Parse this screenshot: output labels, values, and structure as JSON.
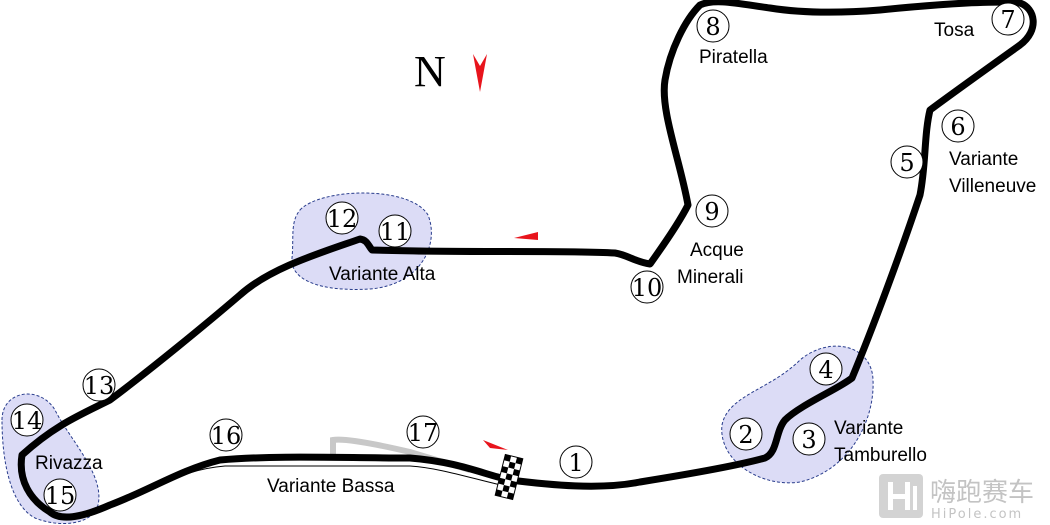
{
  "compass": {
    "letter": "N",
    "arrow_color": "#e8141c"
  },
  "colors": {
    "track": "#000000",
    "zone_fill": "#dcdcf6",
    "zone_stroke": "#283c8c",
    "direction_flag": "#e8141c",
    "pit_lane": "#c8c8c8"
  },
  "corners": [
    {
      "num": "1"
    },
    {
      "num": "2"
    },
    {
      "num": "3"
    },
    {
      "num": "4"
    },
    {
      "num": "5"
    },
    {
      "num": "6"
    },
    {
      "num": "7"
    },
    {
      "num": "8"
    },
    {
      "num": "9"
    },
    {
      "num": "10"
    },
    {
      "num": "11"
    },
    {
      "num": "12"
    },
    {
      "num": "13"
    },
    {
      "num": "14"
    },
    {
      "num": "15"
    },
    {
      "num": "16"
    },
    {
      "num": "17"
    }
  ],
  "labels": {
    "tosa": "Tosa",
    "piratella": "Piratella",
    "variante_villeneuve_1": "Variante",
    "variante_villeneuve_2": "Villeneuve",
    "acque_minerali_1": "Acque",
    "acque_minerali_2": "Minerali",
    "variante_alta": "Variante Alta",
    "variante_tamburello_1": "Variante",
    "variante_tamburello_2": "Tamburello",
    "rivazza": "Rivazza",
    "variante_bassa": "Variante Bassa"
  },
  "watermark": {
    "name": "嗨跑赛车",
    "site": "HiPole.com",
    "logo_icon": "hipole-logo-icon"
  }
}
